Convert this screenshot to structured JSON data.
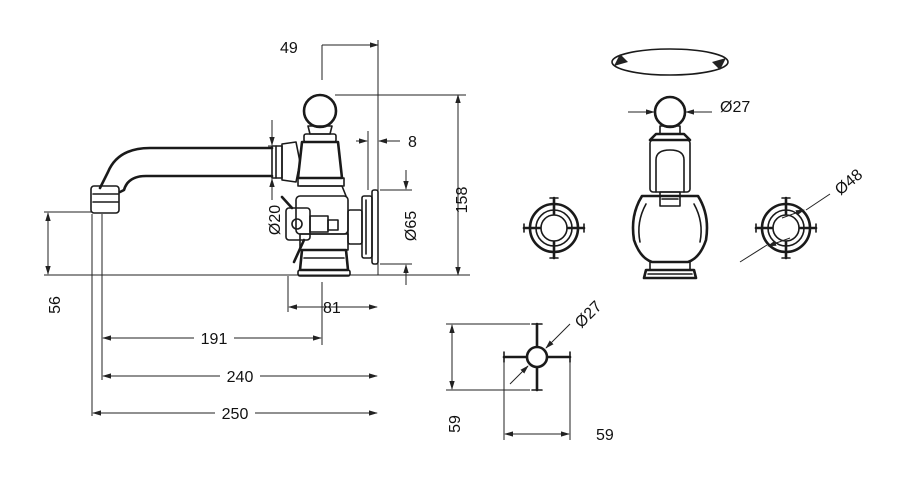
{
  "dimensions": {
    "spout_top_offset": "49",
    "plate_thickness": "8",
    "total_height": "158",
    "plate_diameter": "Ø65",
    "valve_diameter": "Ø20",
    "spout_height": "56",
    "body_depth": "81",
    "spout_reach_191": "191",
    "spout_reach_240": "240",
    "overall_length": "250",
    "knob_diameter": "Ø27",
    "rosette_diameter": "Ø48",
    "handle_diameter": "Ø27",
    "handle_height": "59",
    "handle_width": "59"
  },
  "colors": {
    "line": "#1a1a1a",
    "background": "#ffffff"
  }
}
